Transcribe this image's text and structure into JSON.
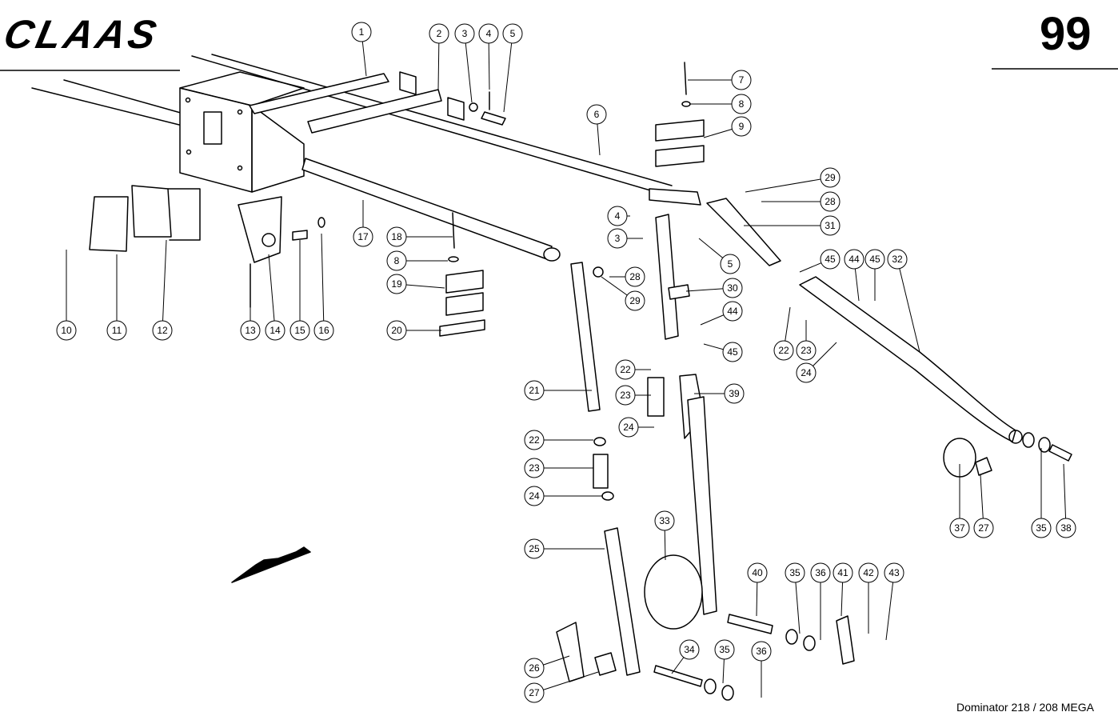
{
  "header": {
    "brand": "CLAAS",
    "page_number": "99"
  },
  "footer": {
    "model": "Dominator 218 / 208 MEGA"
  },
  "callout_labels": [
    "1",
    "2",
    "3",
    "4",
    "5",
    "6",
    "7",
    "8",
    "9",
    "29",
    "28",
    "31",
    "4",
    "3",
    "5",
    "45",
    "44",
    "45",
    "32",
    "18",
    "8",
    "19",
    "20",
    "28",
    "29",
    "30",
    "44",
    "45",
    "22",
    "23",
    "24",
    "10",
    "11",
    "12",
    "13",
    "14",
    "15",
    "16",
    "17",
    "22",
    "23",
    "24",
    "21",
    "39",
    "22",
    "23",
    "24",
    "25",
    "33",
    "40",
    "35",
    "36",
    "41",
    "42",
    "43",
    "37",
    "27",
    "35",
    "38",
    "26",
    "27",
    "34",
    "35",
    "36"
  ],
  "colors": {
    "ink": "#000000",
    "paper": "#ffffff"
  }
}
